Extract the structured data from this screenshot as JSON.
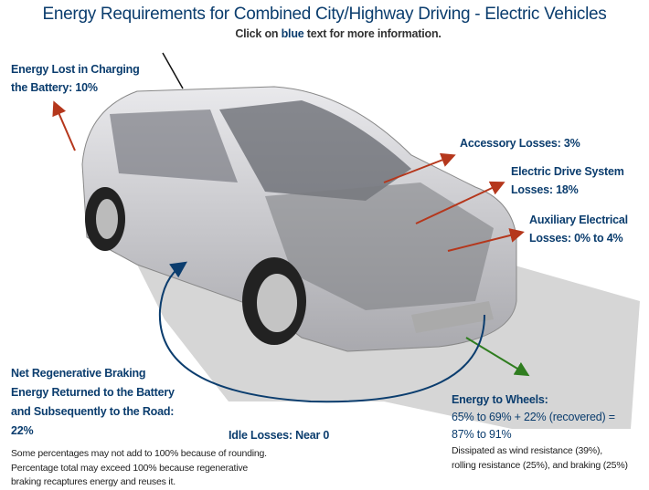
{
  "title": "Energy Requirements for Combined City/Highway Driving - Electric Vehicles",
  "subtitle": {
    "pre": "Click on ",
    "blue": "blue",
    "post": " text for more information."
  },
  "labels": {
    "charging": [
      "Energy Lost in Charging",
      "the Battery: 10%"
    ],
    "accessory": "Accessory Losses: 3%",
    "drive": [
      "Electric Drive System",
      "Losses: 18%"
    ],
    "auxiliary": [
      "Auxiliary Electrical",
      "Losses: 0% to 4%"
    ],
    "regen": [
      "Net Regenerative Braking",
      "Energy Returned to the Battery",
      "and Subsequently to the Road:",
      "22%"
    ],
    "idle": "Idle Losses: Near 0",
    "wheels": [
      "Energy to Wheels:",
      "65% to 69% + 22% (recovered) =",
      "87% to 91%"
    ]
  },
  "wheels_note": [
    "Dissipated as wind resistance (39%),",
    "rolling resistance (25%), and braking (25%)"
  ],
  "footnote": [
    "Some percentages may not add to 100% because of rounding.",
    "Percentage total may exceed 100% because regenerative",
    "braking recaptures energy and reuses it."
  ],
  "colors": {
    "label_blue": "#0b3d6e",
    "loss_arrow": "#b5371c",
    "wheel_arrow": "#2f7d1f"
  }
}
